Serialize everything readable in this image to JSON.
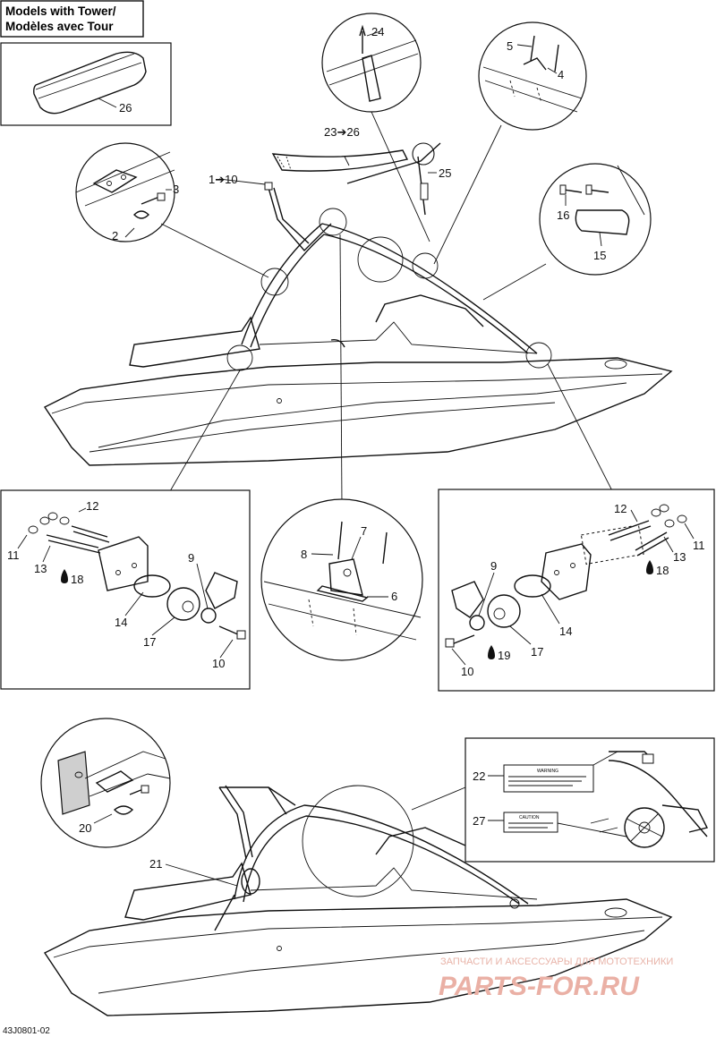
{
  "title": {
    "line1": "Models with Tower/",
    "line2": "Modèles avec Tour"
  },
  "figure_code": "43J0801-02",
  "watermark": {
    "line1": "ЗАПЧАСТИ И АКСЕССУАРЫ ДЛЯ МОТОТЕХНИКИ",
    "line2": "PARTS-FOR.RU"
  },
  "callouts": {
    "c26_box": "26",
    "c24": "24",
    "c5": "5",
    "c4": "4",
    "c23_26": "23➔26",
    "c25": "25",
    "c3": "3",
    "c2": "2",
    "c1_10": "1➔10",
    "c16": "16",
    "c15": "15",
    "cL12": "12",
    "cL11": "11",
    "cL13": "13",
    "cL18": "18",
    "cL9": "9",
    "cL14": "14",
    "cL17": "17",
    "cL10": "10",
    "c8": "8",
    "c7": "7",
    "c6": "6",
    "cR12": "12",
    "cR11": "11",
    "cR13": "13",
    "cR18": "18",
    "cR9": "9",
    "cR14": "14",
    "cR17": "17",
    "cR10": "10",
    "cR19": "19",
    "c22": "22",
    "c27": "27",
    "c20": "20",
    "c21": "21"
  },
  "labels": {
    "l22": "WARNING",
    "l27": "CAUTION"
  }
}
